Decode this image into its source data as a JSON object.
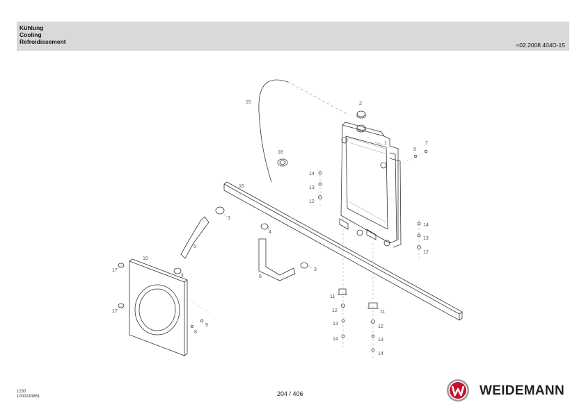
{
  "header": {
    "title_de": "Kühlung",
    "title_en": "Cooling",
    "title_fr": "Refroidissement",
    "reference": "<02.2008 404D-15"
  },
  "diagram": {
    "callouts": {
      "c1": "1",
      "c2": "2",
      "c3a": "3",
      "c3b": "3",
      "c4a": "4",
      "c4b": "4",
      "c5": "5",
      "c6": "6",
      "c7": "7",
      "c8": "8",
      "c9a": "9",
      "c9b": "9",
      "c10": "10",
      "c11a": "11",
      "c11b": "11",
      "c12a": "12",
      "c12b": "12",
      "c12c": "12",
      "c12d": "12",
      "c13a": "13",
      "c13b": "13",
      "c13c": "13",
      "c13d": "13",
      "c14a": "14",
      "c14b": "14",
      "c14c": "14",
      "c14d": "14",
      "c15": "15",
      "c16": "16",
      "c17a": "17",
      "c17b": "17",
      "c18": "18"
    }
  },
  "footer": {
    "code_line1": "1230",
    "code_line2": "1000243861",
    "page": "204 / 406",
    "brand": "WEIDEMANN"
  },
  "colors": {
    "header_bg": "#d9d9d9",
    "brand_red": "#c8102e"
  }
}
